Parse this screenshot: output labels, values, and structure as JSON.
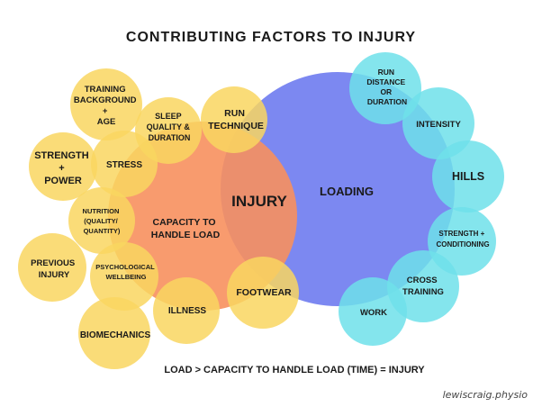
{
  "title": "CONTRIBUTING FACTORS TO INJURY",
  "formula": "LOAD > CAPACITY TO HANDLE LOAD (TIME) = INJURY",
  "credit": "lewiscraig.physio",
  "center": {
    "capacity": [
      "CAPACITY TO",
      "HANDLE LOAD"
    ],
    "injury": "INJURY",
    "loading": "LOADING"
  },
  "capacity_factors": {
    "training_background": [
      "TRAINING",
      "BACKGROUND",
      "+",
      "AGE"
    ],
    "sleep": [
      "SLEEP",
      "QUALITY &",
      "DURATION"
    ],
    "run_technique": [
      "RUN",
      "TECHNIQUE"
    ],
    "strength_power": [
      "STRENGTH",
      "+",
      "POWER"
    ],
    "stress": [
      "STRESS"
    ],
    "nutrition": [
      "NUTRITION",
      "(QUALITY/",
      "QUANTITY)"
    ],
    "previous_injury": [
      "PREVIOUS",
      "INJURY"
    ],
    "psychological": [
      "PSYCHOLOGICAL",
      "WELLBEING"
    ],
    "illness": [
      "ILLNESS"
    ],
    "footwear": [
      "FOOTWEAR"
    ],
    "biomechanics": [
      "BIOMECHANICS"
    ]
  },
  "loading_factors": {
    "run_distance": [
      "RUN",
      "DISTANCE",
      "OR",
      "DURATION"
    ],
    "intensity": [
      "INTENSITY"
    ],
    "hills": [
      "HILLS"
    ],
    "strength_conditioning": [
      "STRENGTH  +",
      "CONDITIONING"
    ],
    "cross_training": [
      "CROSS",
      "TRAINING"
    ],
    "work": [
      "WORK"
    ]
  },
  "colors": {
    "yellow": "#f9d660",
    "orange": "#f7905e",
    "blue": "#6e7bf0",
    "cyan": "#6ee0ea",
    "text": "#1a1a1a"
  }
}
